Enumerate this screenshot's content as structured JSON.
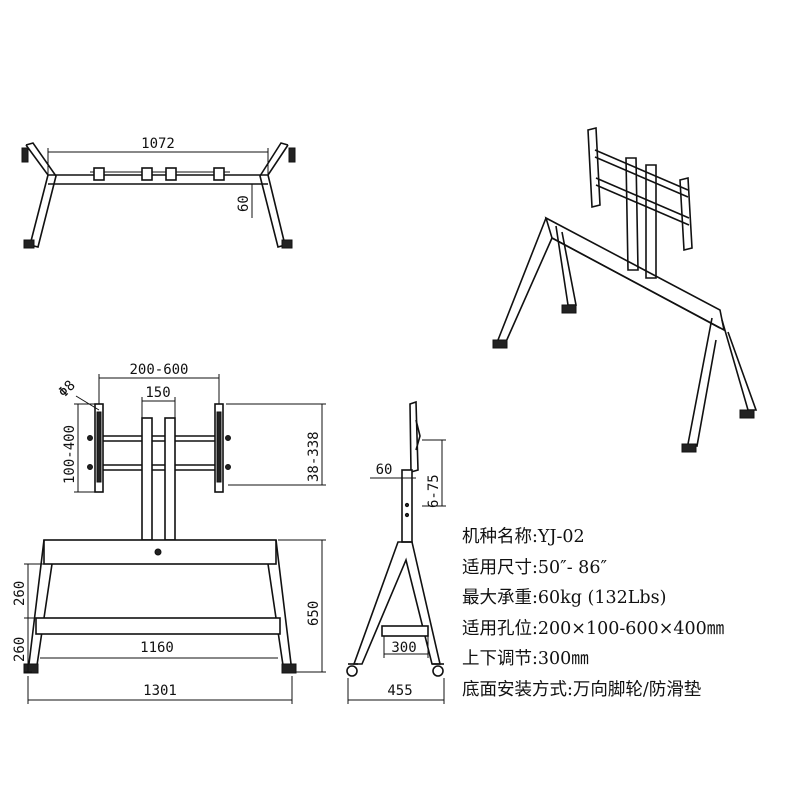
{
  "top_view": {
    "width_label": "1072",
    "offset_label": "60"
  },
  "front_view": {
    "hole_dia_label": "Φ8",
    "vesa_width_label": "200-600",
    "column_spacing_label": "150",
    "vesa_height_label": "100-400",
    "height_adjust_label": "38-338",
    "total_height_label": "650",
    "upper_leg_label": "260",
    "lower_leg_label": "260",
    "crossbar_label": "1160",
    "base_width_label": "1301"
  },
  "side_view": {
    "tilt_label": "60",
    "pin_label": "6-75",
    "foot_label": "300",
    "depth_label": "455"
  },
  "specs": [
    {
      "key": "机种名称:",
      "value": "YJ-02"
    },
    {
      "key": "适用尺寸:",
      "value": "50″- 86″"
    },
    {
      "key": "最大承重:",
      "value": "60kg (132Lbs)"
    },
    {
      "key": "适用孔位:",
      "value": "200×100-600×400㎜"
    },
    {
      "key": "上下调节:",
      "value": "300㎜"
    },
    {
      "key": "底面安装方式:",
      "value": "万向脚轮/防滑垫"
    }
  ]
}
